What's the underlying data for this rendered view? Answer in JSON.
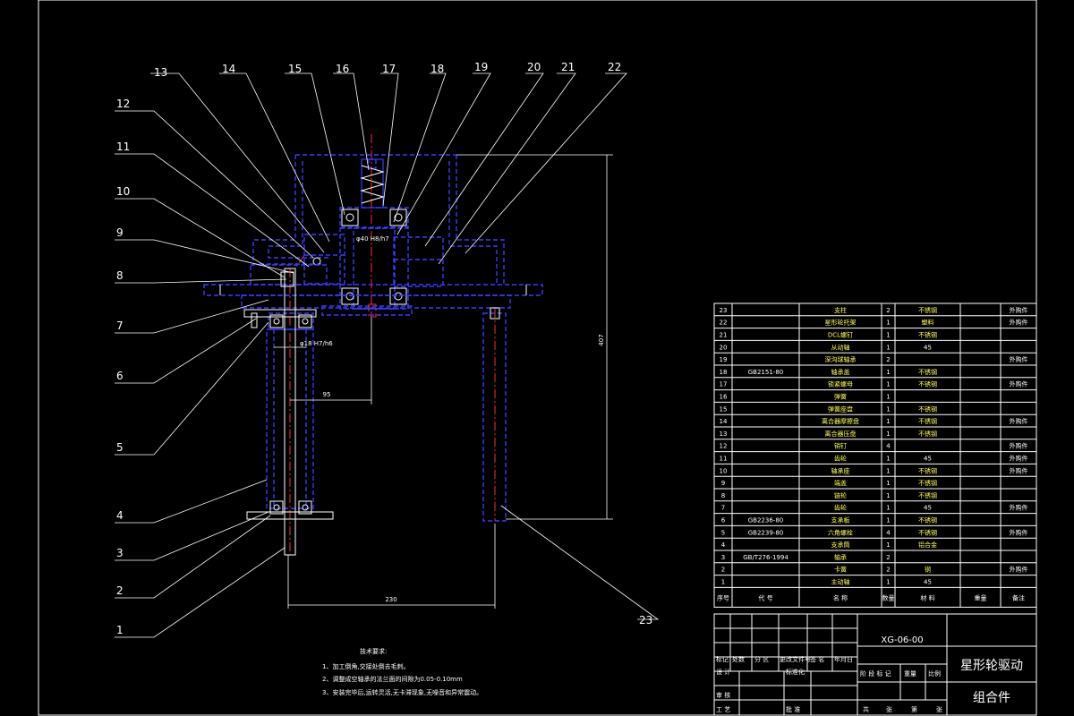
{
  "colors": {
    "background": "#000000",
    "line": "#ffffff",
    "part_outline": "#3a3aff",
    "center_line": "#ff2a2a",
    "text_highlight": "#ffff55"
  },
  "callouts": [
    "1",
    "2",
    "3",
    "4",
    "5",
    "6",
    "7",
    "8",
    "9",
    "10",
    "11",
    "12",
    "13",
    "14",
    "15",
    "16",
    "17",
    "18",
    "19",
    "20",
    "21",
    "22",
    "23"
  ],
  "dimensions": {
    "fit_top": "φ40 H8/h7",
    "fit_mid": "φ18 H7/h6",
    "offset": "95",
    "height": "407",
    "width": "230"
  },
  "notes": {
    "title": "技术要求:",
    "items": [
      "1、加工倒角,交接处倒去毛刺。",
      "2、调整成空轴承的法兰面的间隙为0.05-0.10mm",
      "3、安装完毕后,运转灵活,无卡滞现象,无噪音和异常震动。"
    ]
  },
  "bom": {
    "header": {
      "no": "序号",
      "code": "代 号",
      "name": "名 称",
      "qty": "数量",
      "material": "材 料",
      "weight": "重量",
      "remark": "备注"
    },
    "rows": [
      {
        "no": "23",
        "code": "",
        "name": "支柱",
        "qty": "2",
        "material": "不锈钢",
        "remark": "外购件"
      },
      {
        "no": "22",
        "code": "",
        "name": "星形轮托架",
        "qty": "1",
        "material": "塑料",
        "remark": "外购件"
      },
      {
        "no": "21",
        "code": "",
        "name": "DCL螺钉",
        "qty": "1",
        "material": "不锈钢",
        "remark": ""
      },
      {
        "no": "20",
        "code": "",
        "name": "从动轴",
        "qty": "1",
        "material": "45",
        "remark": ""
      },
      {
        "no": "19",
        "code": "",
        "name": "深沟球轴承",
        "qty": "2",
        "material": "",
        "remark": "外购件"
      },
      {
        "no": "18",
        "code": "GB2151-80",
        "name": "轴承盖",
        "qty": "1",
        "material": "不锈钢",
        "remark": ""
      },
      {
        "no": "17",
        "code": "",
        "name": "锁紧螺母",
        "qty": "1",
        "material": "不锈钢",
        "remark": "外购件"
      },
      {
        "no": "16",
        "code": "",
        "name": "弹簧",
        "qty": "1",
        "material": "",
        "remark": ""
      },
      {
        "no": "15",
        "code": "",
        "name": "弹簧座盘",
        "qty": "1",
        "material": "不锈钢",
        "remark": ""
      },
      {
        "no": "14",
        "code": "",
        "name": "离合器摩擦盘",
        "qty": "1",
        "material": "不锈钢",
        "remark": "外购件"
      },
      {
        "no": "13",
        "code": "",
        "name": "离合器压盘",
        "qty": "1",
        "material": "不锈钢",
        "remark": ""
      },
      {
        "no": "12",
        "code": "",
        "name": "销钉",
        "qty": "4",
        "material": "",
        "remark": "外购件"
      },
      {
        "no": "11",
        "code": "",
        "name": "齿轮",
        "qty": "1",
        "material": "45",
        "remark": "外购件"
      },
      {
        "no": "10",
        "code": "",
        "name": "轴承座",
        "qty": "1",
        "material": "不锈钢",
        "remark": "外购件"
      },
      {
        "no": "9",
        "code": "",
        "name": "端盖",
        "qty": "1",
        "material": "不锈钢",
        "remark": ""
      },
      {
        "no": "8",
        "code": "",
        "name": "链轮",
        "qty": "1",
        "material": "不锈钢",
        "remark": ""
      },
      {
        "no": "7",
        "code": "",
        "name": "齿轮",
        "qty": "1",
        "material": "45",
        "remark": "外购件"
      },
      {
        "no": "6",
        "code": "GB2236-80",
        "name": "支承板",
        "qty": "1",
        "material": "不锈钢",
        "remark": ""
      },
      {
        "no": "5",
        "code": "GB2239-80",
        "name": "六角螺栓",
        "qty": "4",
        "material": "不锈钢",
        "remark": "外购件"
      },
      {
        "no": "4",
        "code": "",
        "name": "支承筒",
        "qty": "1",
        "material": "铝合金",
        "remark": ""
      },
      {
        "no": "3",
        "code": "GB/T276-1994",
        "name": "轴承",
        "qty": "2",
        "material": "",
        "remark": ""
      },
      {
        "no": "2",
        "code": "",
        "name": "卡簧",
        "qty": "2",
        "material": "钢",
        "remark": "外购件"
      },
      {
        "no": "1",
        "code": "",
        "name": "主动轴",
        "qty": "1",
        "material": "45",
        "remark": ""
      }
    ]
  },
  "title_block": {
    "drawing_no": "XG-06-00",
    "title_1": "星形轮驱动",
    "title_2": "组合件",
    "revision_labels": [
      "标记",
      "处数",
      "分 区",
      "更改文件号",
      "签 名",
      "年月日"
    ],
    "labels": {
      "design": "设 计",
      "standard": "标准化",
      "check": "审 核",
      "process": "工 艺",
      "approve": "批 准"
    },
    "stage_labels": [
      "阶 段 标 记",
      "重量",
      "比例"
    ],
    "sheets": [
      "共",
      "张",
      "第",
      "张"
    ]
  }
}
